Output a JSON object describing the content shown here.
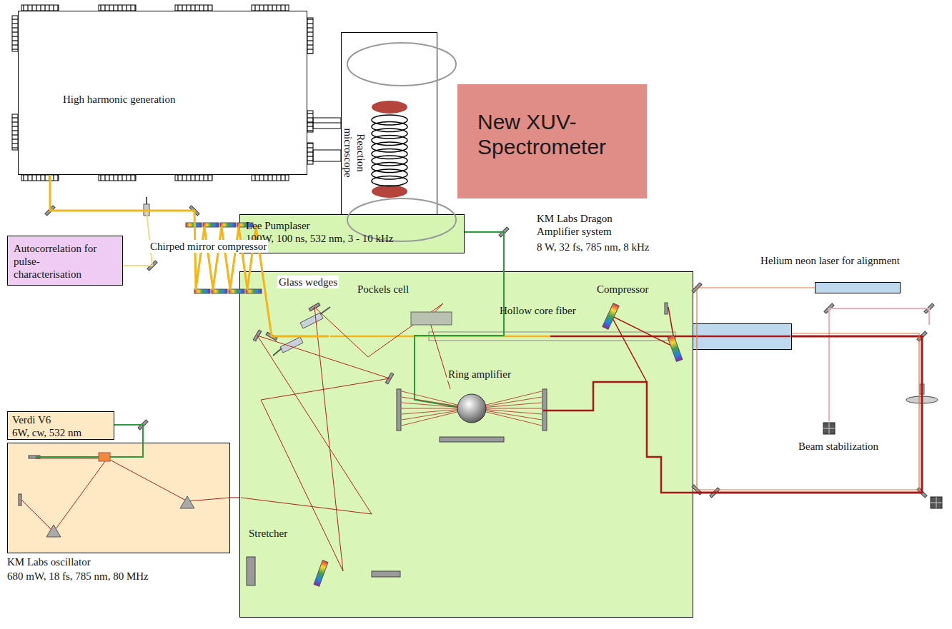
{
  "diagram": {
    "nodes": [
      {
        "text": [
          "High harmonic generation"
        ]
      },
      {
        "text": [
          "Reaction microscope"
        ]
      },
      {
        "text": [
          "New XUV-Spectrometer"
        ]
      },
      {
        "text": [
          "Autocorrelation for pulse-characterisation"
        ]
      },
      {
        "text": [
          "Helium neon laser for alignment"
        ]
      },
      {
        "text": [
          "Hollow core fiber"
        ]
      },
      {
        "text": [
          "Lee Pumplaser",
          "100W, 100 ns, 532 nm, 3 - 10 kHz"
        ]
      },
      {
        "text": [
          "KM Labs Dragon Amplifier system",
          "8 W, 32 fs, 785 nm, 8 kHz"
        ]
      },
      {
        "text": [
          "Verdi V6",
          "6W, cw, 532 nm"
        ]
      },
      {
        "text": [
          "KM Labs oscillator",
          "680 mW, 18 fs, 785 nm, 80 MHz"
        ]
      }
    ],
    "edges": [
      {
        "from": 8,
        "to": 9,
        "arrow": "none"
      },
      {
        "from": 6,
        "to": 7,
        "arrow": "none"
      },
      {
        "from": 9,
        "to": 7,
        "arrow": "none"
      },
      {
        "from": 7,
        "to": 5,
        "arrow": "none"
      },
      {
        "from": 4,
        "to": 5,
        "arrow": "none"
      },
      {
        "from": 5,
        "to": 3,
        "arrow": "none"
      },
      {
        "from": 5,
        "to": 0,
        "arrow": "none"
      },
      {
        "from": 0,
        "to": 1,
        "arrow": "none"
      }
    ],
    "labels": [
      "Chirped mirror compressor",
      "Glass wedges",
      "Pockels cell",
      "Compressor",
      "Beam stabilization",
      "Ring amplifier",
      "Stretcher"
    ]
  }
}
